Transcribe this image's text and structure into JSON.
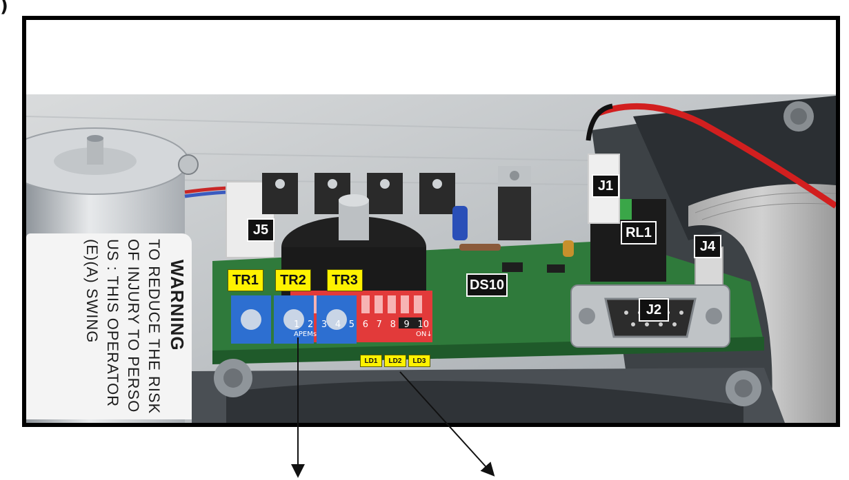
{
  "page": {
    "corner_glyph": ")"
  },
  "warning_sticker": {
    "title": "WARNING",
    "lines": [
      "TO REDUCE THE RISK",
      "OF INJURY TO PERSO",
      "US : THIS OPERATOR",
      "(E)(A) SWING"
    ]
  },
  "callouts": {
    "trimmers": [
      {
        "id": "TR1",
        "prefix": "TR",
        "num": "1"
      },
      {
        "id": "TR2",
        "prefix": "TR",
        "num": "2"
      },
      {
        "id": "TR3",
        "prefix": "TR",
        "num": "3"
      }
    ],
    "leds": [
      "LD1",
      "LD2",
      "LD3"
    ],
    "connectors": {
      "j1": "J1",
      "j2": "J2",
      "j4": "J4",
      "j5": "J5",
      "rl1": "RL1",
      "ds10": "DS10"
    }
  },
  "dip_switch": {
    "positions": [
      "1",
      "2",
      "3",
      "4",
      "5",
      "6",
      "7",
      "8",
      "9",
      "10"
    ],
    "brand": "APEMs",
    "on_label": "ON↓"
  },
  "colors": {
    "callout_black": "#111111",
    "callout_yellow": "#fff200",
    "pcb_green": "#2f7a3b",
    "dip_red": "#e23a3a",
    "trimmer_blue": "#2d6fd1",
    "wire_red": "#d21f1f"
  }
}
